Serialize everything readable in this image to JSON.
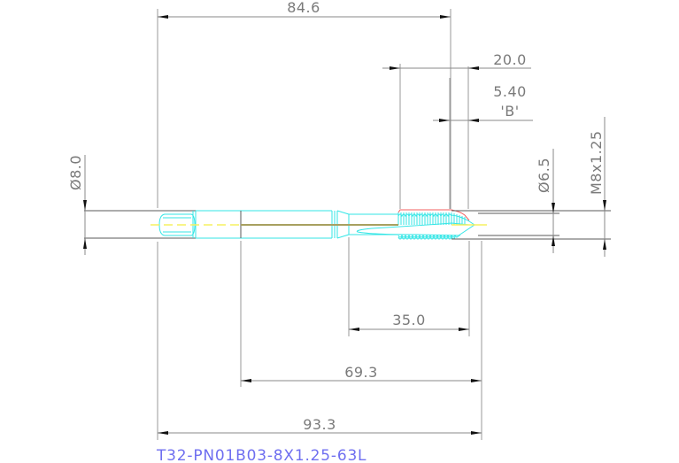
{
  "drawing": {
    "part_number": "T32-PN01B03-8X1.25-63L",
    "colors": {
      "dimension_lines": "#8a8a8a",
      "dimension_text": "#7a7a7a",
      "tool_outline": "#33e6e6",
      "thread_edge": "#f06060",
      "centerline": "#f5f060",
      "title": "#6f6ff0"
    },
    "dimensions": {
      "shank_to_chamfer": "84.6",
      "thread_length": "20.0",
      "chamfer_length": "5.40",
      "chamfer_type": "'B'",
      "shank_diameter": "Ø8.0",
      "neck_diameter": "Ø6.5",
      "thread_size": "M8x1.25",
      "flute_length": "35.0",
      "neck_to_tip": "69.3",
      "overall_length": "93.3"
    }
  }
}
